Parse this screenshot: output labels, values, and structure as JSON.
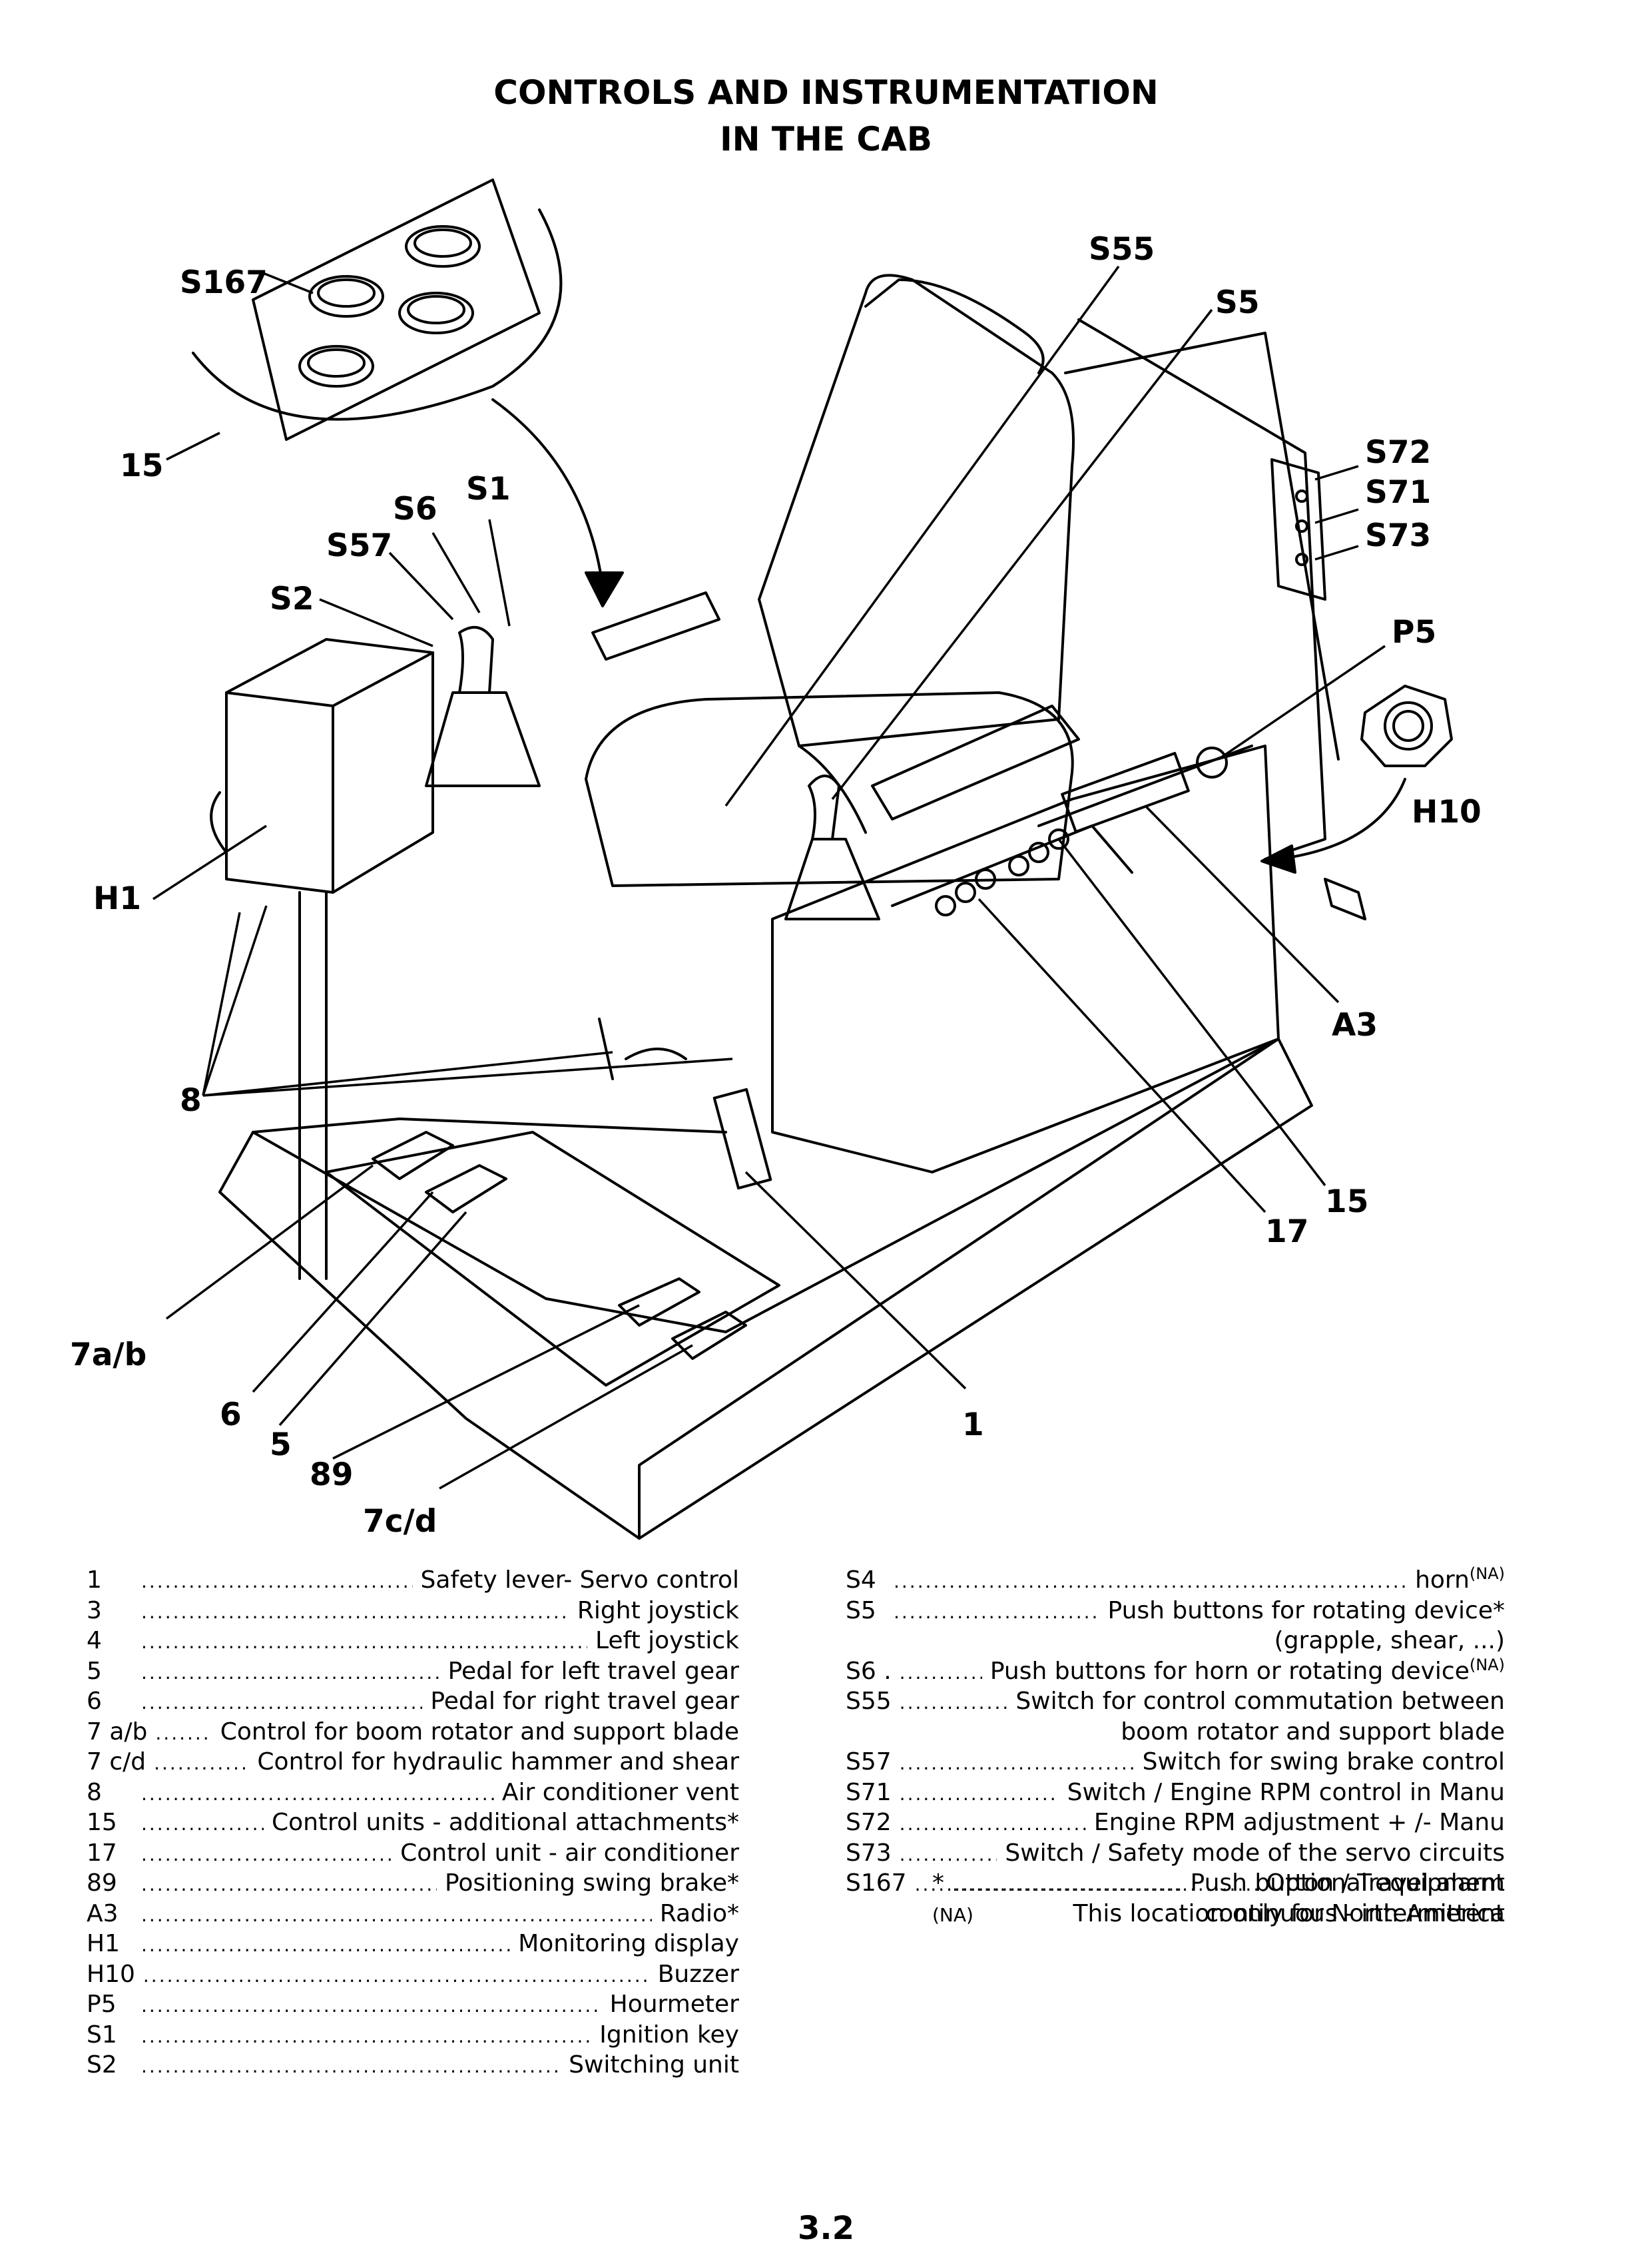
{
  "title": {
    "line1": "CONTROLS AND INSTRUMENTATION",
    "line2": "IN THE CAB"
  },
  "callouts": {
    "s167": "S167",
    "c15a": "15",
    "s6": "S6",
    "s1": "S1",
    "s57": "S57",
    "s2": "S2",
    "h1": "H1",
    "c8": "8",
    "c7ab": "7a/b",
    "c6": "6",
    "c5": "5",
    "c89": "89",
    "c7cd": "7c/d",
    "c1": "1",
    "s55": "S55",
    "s5": "S5",
    "s72": "S72",
    "s71": "S71",
    "s73": "S73",
    "p5": "P5",
    "h10": "H10",
    "a3": "A3",
    "c15b": "15",
    "c17": "17"
  },
  "legend_left": [
    {
      "code": "1",
      "desc": "Safety lever- Servo control"
    },
    {
      "code": "3",
      "desc": "Right joystick"
    },
    {
      "code": "4",
      "desc": "Left joystick"
    },
    {
      "code": "5",
      "desc": "Pedal for left travel gear"
    },
    {
      "code": "6",
      "desc": "Pedal for right travel gear"
    },
    {
      "code": "7 a/b",
      "desc": "Control for boom rotator and support blade"
    },
    {
      "code": "7 c/d",
      "desc": "Control for hydraulic hammer and shear"
    },
    {
      "code": "8",
      "desc": "Air conditioner vent"
    },
    {
      "code": "15",
      "desc": "Control units - additional attachments*"
    },
    {
      "code": "17",
      "desc": "Control unit - air conditioner"
    },
    {
      "code": "89",
      "desc": "Positioning swing brake*"
    },
    {
      "code": "A3",
      "desc": "Radio*"
    },
    {
      "code": "H1",
      "desc": "Monitoring display"
    },
    {
      "code": "H10",
      "desc": "Buzzer"
    },
    {
      "code": "P5",
      "desc": "Hourmeter"
    },
    {
      "code": "S1",
      "desc": "Ignition key"
    },
    {
      "code": "S2",
      "desc": "Switching unit"
    }
  ],
  "legend_right": [
    {
      "code": "S4",
      "desc": "horn",
      "sup": "(NA)"
    },
    {
      "code": "S5",
      "desc": "Push buttons for rotating device*"
    },
    {
      "code": "",
      "desc": "(grapple, shear, ...)"
    },
    {
      "code": "S6 .",
      "desc": "Push buttons for horn or rotating device",
      "sup": "(NA)"
    },
    {
      "code": "S55",
      "desc": "Switch for control commutation between"
    },
    {
      "code": "",
      "desc": "boom rotator and support blade"
    },
    {
      "code": "S57",
      "desc": "Switch for swing brake control"
    },
    {
      "code": "S71",
      "desc": "Switch / Engine RPM control in Manu"
    },
    {
      "code": "S72",
      "desc": "Engine RPM adjustment + /- Manu"
    },
    {
      "code": "S73",
      "desc": "Switch / Safety mode of the servo circuits"
    },
    {
      "code": "S167",
      "desc": "Push button / Travel alarm"
    },
    {
      "code": "",
      "desc": "continuous - intermittent"
    }
  ],
  "notes": {
    "star_symbol": "*",
    "star_desc": "Optional equipment",
    "na_symbol": "(NA)",
    "na_desc": "This location only for North America"
  },
  "page_number": "3.2"
}
